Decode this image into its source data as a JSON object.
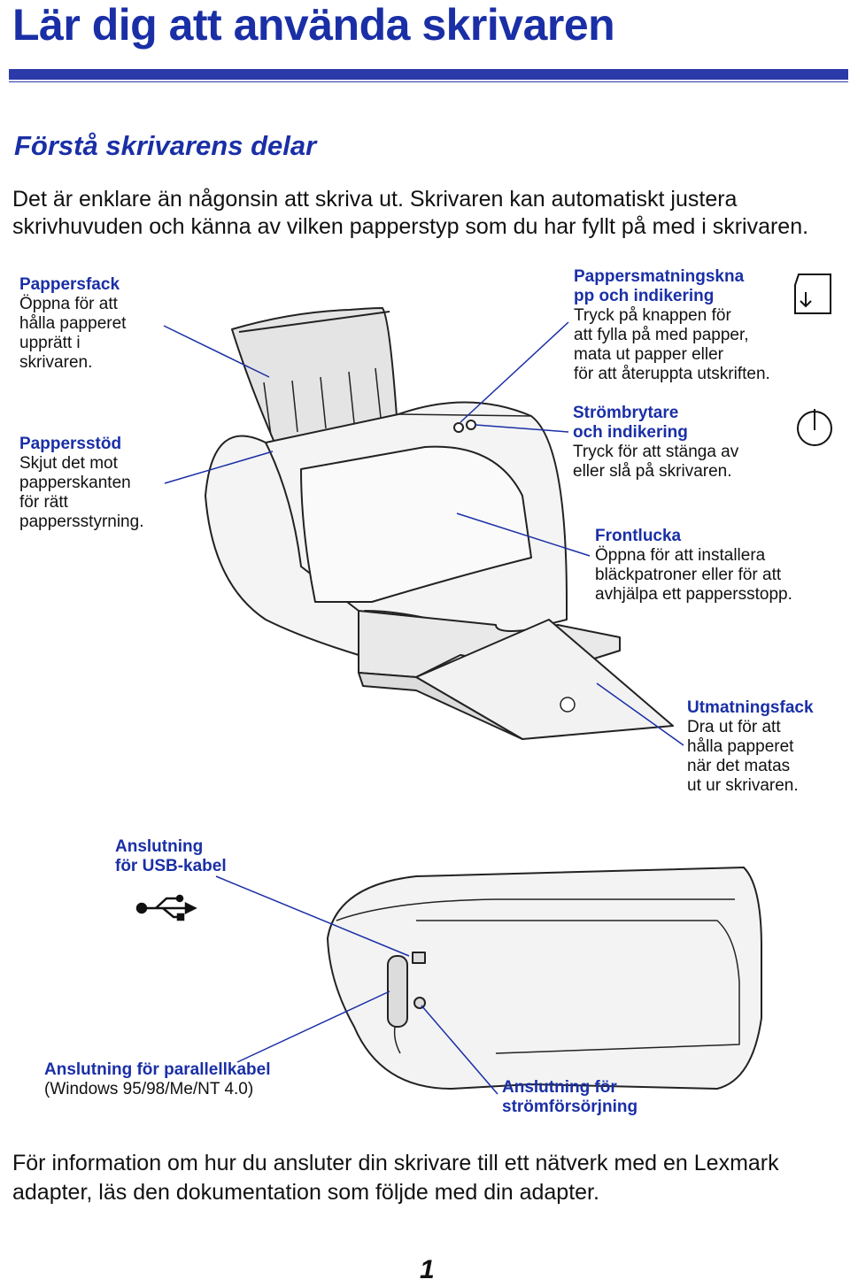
{
  "header": {
    "title": "Lär dig att använda skrivaren"
  },
  "section": {
    "title": "Förstå skrivarens delar",
    "intro": "Det är enklare än någonsin att skriva ut. Skrivaren kan automatiskt justera skrivhuvuden och känna av vilken papperstyp som du har fyllt på med i skrivaren."
  },
  "callouts": {
    "paper_tray": {
      "head": "Pappersfack",
      "body": [
        "Öppna för att",
        "hålla papperet",
        "upprätt i",
        "skrivaren."
      ]
    },
    "paper_guide": {
      "head": "Pappersstöd",
      "body": [
        "Skjut det mot",
        "papperskanten",
        "för rätt",
        "pappersstyrning."
      ]
    },
    "feed_button": {
      "head": [
        "Pappersmatningskna",
        "pp och indikering"
      ],
      "body": [
        "Tryck på knappen för",
        "att fylla på med papper,",
        "mata ut papper eller",
        "för att återuppta utskriften."
      ]
    },
    "power_button": {
      "head": [
        "Strömbrytare",
        "och indikering"
      ],
      "body": [
        "Tryck för att stänga av",
        "eller slå på skrivaren."
      ]
    },
    "front_cover": {
      "head": "Frontlucka",
      "body": [
        "Öppna för att installera",
        "bläckpatroner eller för att",
        "avhjälpa ett pappersstopp."
      ]
    },
    "output_tray": {
      "head": "Utmatningsfack",
      "body": [
        "Dra ut för att",
        "hålla papperet",
        "när det matas",
        "ut ur skrivaren."
      ]
    },
    "usb_port": {
      "head": [
        "Anslutning",
        "för USB-kabel"
      ]
    },
    "parallel_port": {
      "head": "Anslutning för parallellkabel",
      "body": "(Windows 95/98/Me/NT 4.0)"
    },
    "power_port": {
      "head": [
        "Anslutning för",
        "strömförsörjning"
      ]
    }
  },
  "icons": {
    "feed": "paper-feed-icon",
    "power": "power-icon",
    "usb": "usb-icon"
  },
  "footer": {
    "text": "För information om hur du ansluter din skrivare till ett nätverk med en Lexmark adapter, läs den dokumentation som följde med din adapter.",
    "page_number": "1"
  },
  "colors": {
    "accent": "#1a2fa6",
    "text": "#111111"
  }
}
